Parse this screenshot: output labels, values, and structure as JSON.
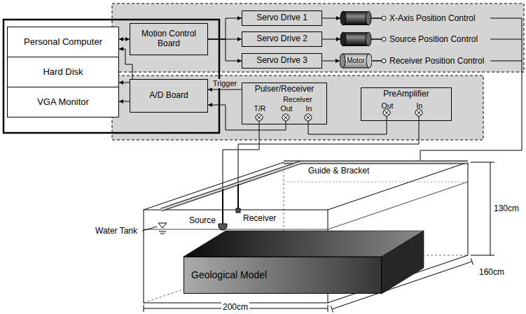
{
  "diagram": {
    "nodes": [
      {
        "text": [
          "Personal Computer"
        ]
      },
      {
        "text": [
          "Hard Disk"
        ]
      },
      {
        "text": [
          "VGA Monitor"
        ]
      },
      {
        "text": [
          "Motion Control Board"
        ]
      },
      {
        "text": [
          "Servo Drive 1"
        ]
      },
      {
        "text": [
          "Servo Drive 2"
        ]
      },
      {
        "text": [
          "Servo Drive 3"
        ]
      },
      {
        "text": [
          "Motor"
        ]
      },
      {
        "text": [
          "A/D Board"
        ]
      },
      {
        "text": [
          "Pulser/Receiver",
          "T/R",
          "Receiver",
          "Out",
          "In"
        ]
      },
      {
        "text": [
          "PreAmplifier",
          "Out",
          "In"
        ]
      },
      {
        "text": [
          "Geological Model"
        ]
      }
    ],
    "edges": [
      {
        "from": 0,
        "to": 3,
        "arrow": "both"
      },
      {
        "from": 3,
        "to": 4,
        "arrow": "to"
      },
      {
        "from": 3,
        "to": 5,
        "arrow": "to"
      },
      {
        "from": 3,
        "to": 6,
        "arrow": "to"
      },
      {
        "from": 6,
        "to": 7,
        "arrow": "to"
      },
      {
        "from": 8,
        "to": 0,
        "arrow": "to"
      },
      {
        "from": 8,
        "to": 1,
        "arrow": "to"
      },
      {
        "from": 8,
        "to": 2,
        "arrow": "to"
      },
      {
        "from": 9,
        "to": 8,
        "label": "Trigger",
        "arrow": "to"
      },
      {
        "from": 9,
        "to": 8,
        "arrow": "to"
      },
      {
        "from": 10,
        "to": 9,
        "arrow": "none"
      }
    ],
    "labels": [
      "X-Axis Position Control",
      "Source Position Control",
      "Receiver Position Control",
      "Guide & Bracket",
      "Receiver",
      "Source",
      "Water Tank",
      "130cm",
      "160cm",
      "200cm"
    ]
  }
}
